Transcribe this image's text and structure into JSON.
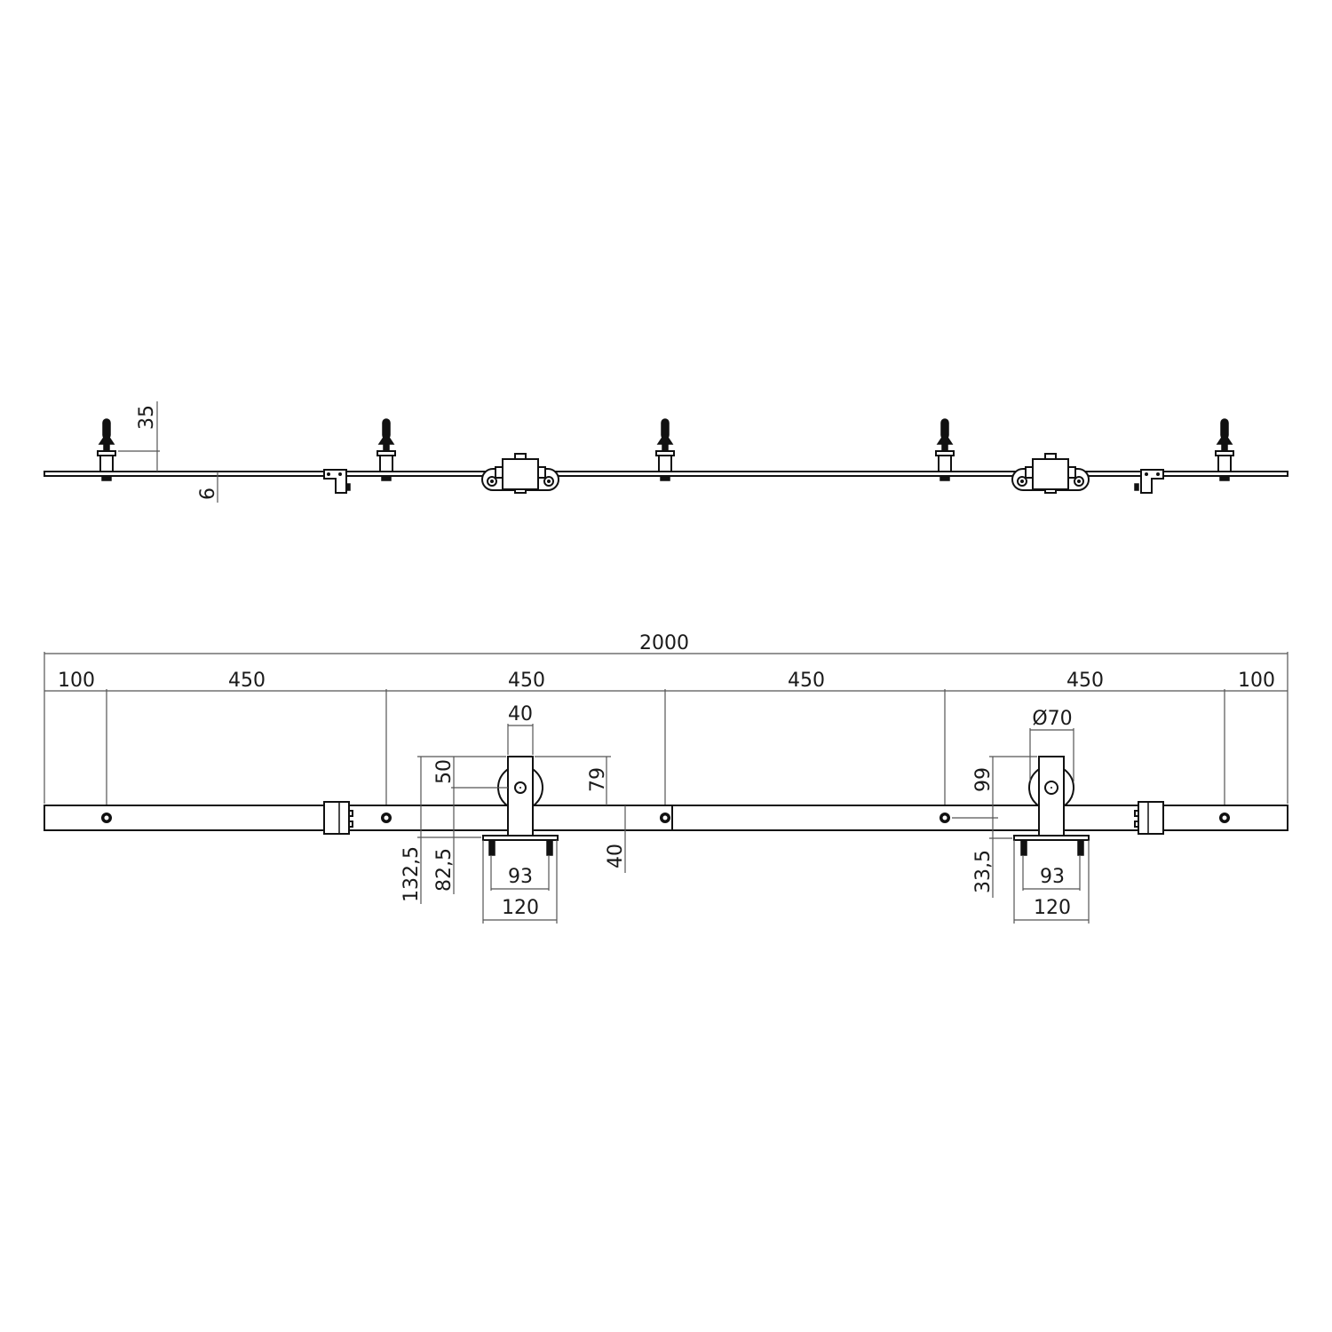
{
  "drawing": {
    "top_view": {
      "label": "side-profile-view",
      "dimensions": {
        "anchor_height": "35",
        "rail_thickness": "6"
      },
      "anchor_x": [
        120,
        435,
        749,
        1064,
        1379
      ],
      "stopper_x": [
        378,
        1296
      ],
      "roller_x": [
        586,
        1183
      ]
    },
    "front_view": {
      "label": "front-elevation-view",
      "overall_length": "2000",
      "segments": [
        "100",
        "450",
        "450",
        "450",
        "450",
        "100"
      ],
      "left_hanger": {
        "strap_width": "40",
        "wheel_center_height": "50",
        "strap_above_rail": "79",
        "total_height": "132,5",
        "wheel_to_plate": "82,5",
        "rail_height": "40",
        "bolt_spacing": "93",
        "plate_width": "120"
      },
      "right_hanger": {
        "wheel_diameter": "Ø70",
        "total_height": "99",
        "plate_offset": "33,5",
        "bolt_spacing": "93",
        "plate_width": "120"
      }
    }
  }
}
